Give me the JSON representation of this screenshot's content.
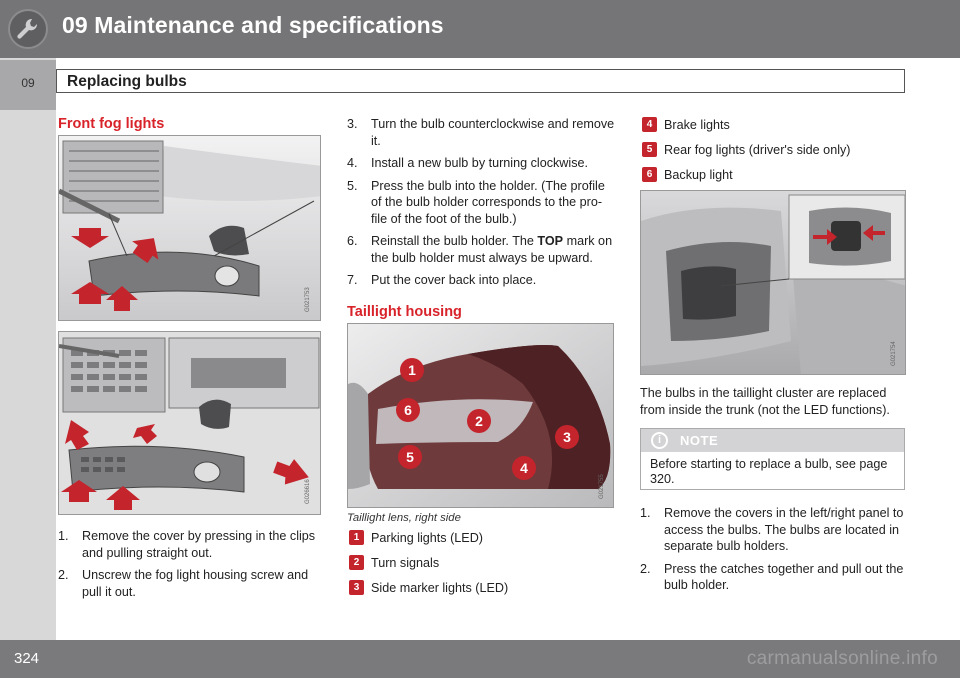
{
  "header": {
    "chapter_title": "09 Maintenance and specifications",
    "chapter_num": "09",
    "section_title": "Replacing bulbs"
  },
  "front_fog": {
    "heading": "Front fog lights",
    "fig1_code": "G021753",
    "fig2_code": "G026616",
    "steps": [
      {
        "n": "1.",
        "text": "Remove the cover by pressing in the clips and pulling straight out."
      },
      {
        "n": "2.",
        "text": "Unscrew the fog light housing screw and pull it out."
      },
      {
        "n": "3.",
        "text": "Turn the bulb counterclockwise and remove it."
      },
      {
        "n": "4.",
        "text": "Install a new bulb by turning clockwise."
      },
      {
        "n": "5.",
        "text": "Press the bulb into the holder. (The profile of the bulb holder corresponds to the pro-file of the foot of the bulb.)"
      },
      {
        "n": "6.",
        "pre": "Reinstall the bulb holder. The ",
        "bold": "TOP",
        "post": " mark on the bulb holder must always be upward."
      },
      {
        "n": "7.",
        "text": "Put the cover back into place."
      }
    ]
  },
  "taillight": {
    "heading": "Taillight housing",
    "fig_code": "G021755",
    "caption": "Taillight lens, right side",
    "legend": [
      {
        "n": "1",
        "label": "Parking lights (LED)"
      },
      {
        "n": "2",
        "label": "Turn signals"
      },
      {
        "n": "3",
        "label": "Side marker lights (LED)"
      },
      {
        "n": "4",
        "label": "Brake lights"
      },
      {
        "n": "5",
        "label": "Rear fog lights (driver's side only)"
      },
      {
        "n": "6",
        "label": "Backup light"
      }
    ],
    "fig2_code": "G021754",
    "intro": "The bulbs in the taillight cluster are replaced from inside the trunk (not the LED functions).",
    "note_label": "NOTE",
    "note_text": "Before starting to replace a bulb, see page 320.",
    "steps": [
      {
        "n": "1.",
        "text": "Remove the covers in the left/right panel to access the bulbs. The bulbs are located in separate bulb holders."
      },
      {
        "n": "2.",
        "text": "Press the catches together and pull out the bulb holder."
      }
    ]
  },
  "footer": {
    "page_number": "324",
    "watermark": "carmanualsonline.info"
  },
  "colors": {
    "accent": "#d8232a",
    "badge": "#c4242b",
    "header": "#757577"
  }
}
